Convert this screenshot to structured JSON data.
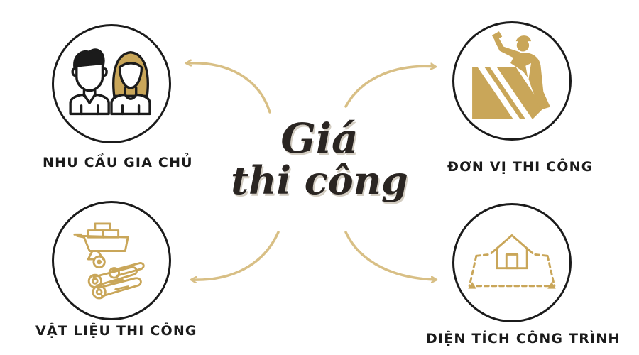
{
  "center": {
    "line1": "Giá",
    "line2": "thi công"
  },
  "items": [
    {
      "label": "NHU CẦU GIA CHỦ",
      "icon": "couple-icon"
    },
    {
      "label": "ĐƠN VỊ THI CÔNG",
      "icon": "construction-worker-icon"
    },
    {
      "label": "VẬT LIỆU THI CÔNG",
      "icon": "wheelbarrow-materials-icon"
    },
    {
      "label": "DIỆN TÍCH CÔNG TRÌNH",
      "icon": "house-area-icon"
    }
  ],
  "colors": {
    "accent": "#c9a659",
    "ink": "#1b1b1b",
    "arrow": "#d8bf85"
  }
}
